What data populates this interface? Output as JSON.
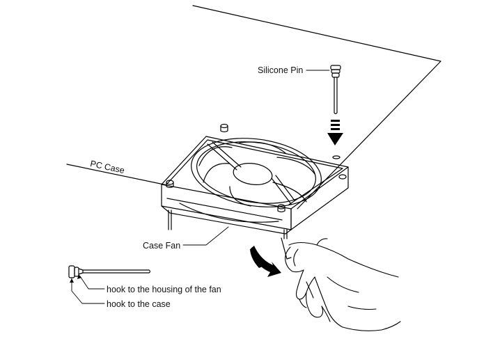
{
  "labels": {
    "silicone_pin": "Silicone Pin",
    "pc_case": "PC Case",
    "case_fan": "Case Fan",
    "hook_fan": "hook to the housing of the fan",
    "hook_case": "hook to the case"
  },
  "colors": {
    "line": "#000000",
    "background": "#ffffff"
  }
}
